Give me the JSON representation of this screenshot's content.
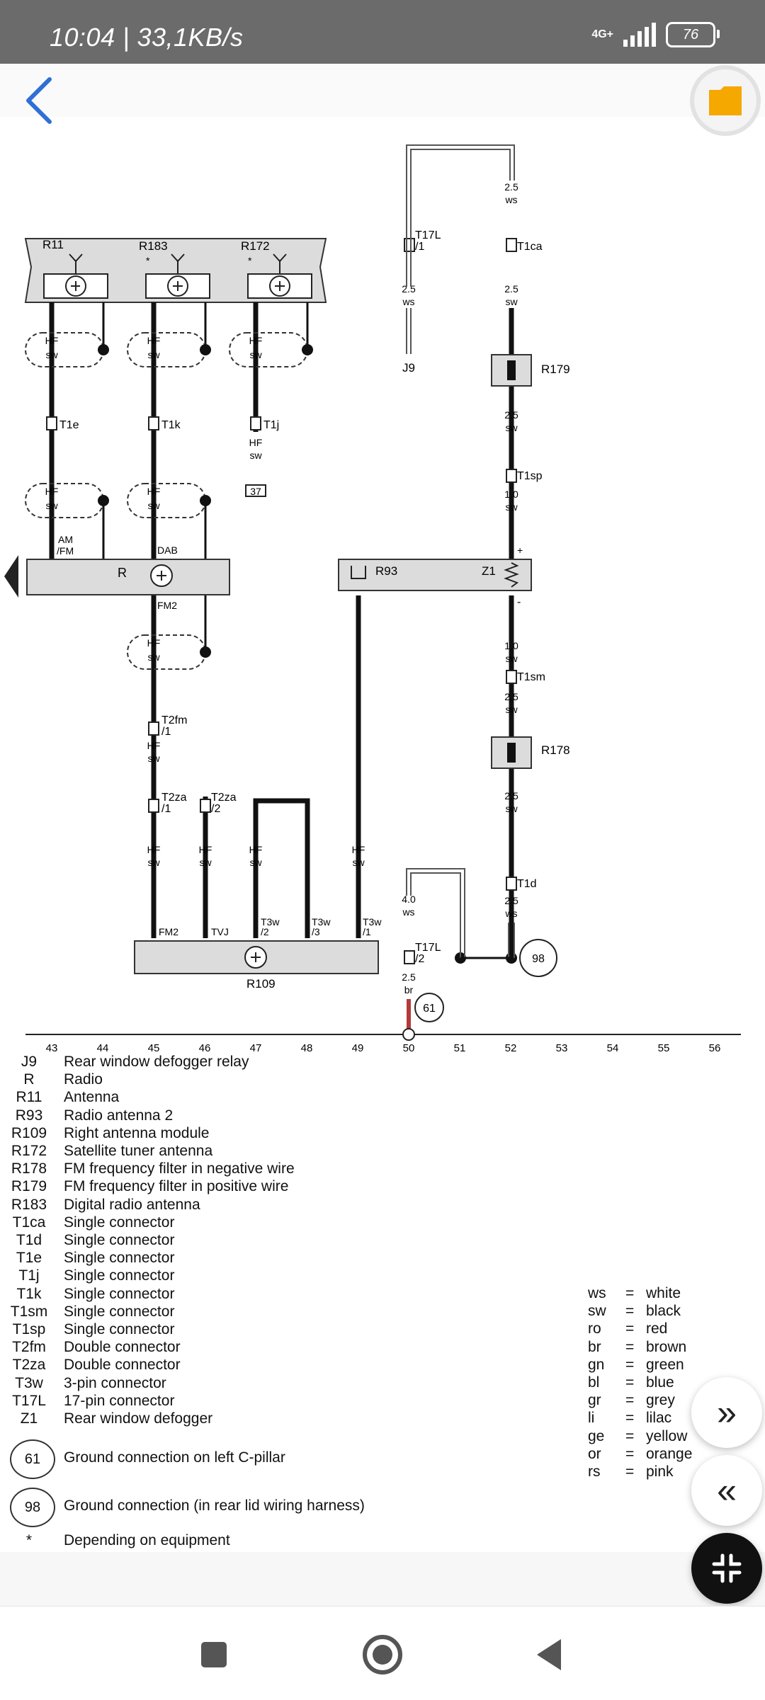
{
  "status_bar": {
    "time_speed": "10:04 | 33,1KB/s",
    "network_type": "4G+",
    "battery_level": "76"
  },
  "diagram": {
    "components": {
      "R11": "R11",
      "R183": "R183",
      "R172": "R172",
      "R": "R",
      "R93": "R93",
      "Z1": "Z1",
      "R179": "R179",
      "R178": "R178",
      "R109": "R109",
      "J9": "J9"
    },
    "connectors": {
      "T1e": "T1e",
      "T1k": "T1k",
      "T1j": "T1j",
      "T2fm": "T2fm",
      "T2fm_pin": "/1",
      "T2za_a": "T2za",
      "T2za_a_pin": "/1",
      "T2za_b": "T2za",
      "T2za_b_pin": "/2",
      "T17L_top": "T17L",
      "T17L_top_pin": "/1",
      "T17L_bottom": "T17L",
      "T17L_bottom_pin": "/2",
      "T1ca": "T1ca",
      "T1sp": "T1sp",
      "T1sm": "T1sm",
      "T1d": "T1d",
      "T3w_2": "T3w",
      "T3w_2_pin": "/2",
      "T3w_3": "T3w",
      "T3w_3_pin": "/3",
      "T3w_1": "T3w",
      "T3w_1_pin": "/1"
    },
    "wire_labels": {
      "hf": "HF",
      "sw": "sw",
      "ws": "ws",
      "br": "br",
      "size_25": "2.5",
      "size_10": "1.0",
      "size_40": "4.0"
    },
    "pin_labels": {
      "am_fm_1": "AM",
      "am_fm_2": "/FM",
      "dab": "DAB",
      "fm2": "FM2",
      "fm2_module": "FM2",
      "tvj": "TVJ",
      "plus": "+",
      "minus": "-",
      "star": "*"
    },
    "ref_37": "37",
    "ground_61": "61",
    "ground_98": "98",
    "grid_numbers": [
      "43",
      "44",
      "45",
      "46",
      "47",
      "48",
      "49",
      "50",
      "51",
      "52",
      "53",
      "54",
      "55",
      "56"
    ]
  },
  "legend": {
    "items": [
      {
        "code": "J9",
        "desc": "Rear window defogger relay"
      },
      {
        "code": "R",
        "desc": "Radio"
      },
      {
        "code": "R11",
        "desc": "Antenna"
      },
      {
        "code": "R93",
        "desc": "Radio antenna 2"
      },
      {
        "code": "R109",
        "desc": "Right antenna module"
      },
      {
        "code": "R172",
        "desc": "Satellite tuner antenna"
      },
      {
        "code": "R178",
        "desc": "FM frequency filter in negative wire"
      },
      {
        "code": "R179",
        "desc": "FM frequency filter in positive wire"
      },
      {
        "code": "R183",
        "desc": "Digital radio antenna"
      },
      {
        "code": "T1ca",
        "desc": "Single connector"
      },
      {
        "code": "T1d",
        "desc": "Single connector"
      },
      {
        "code": "T1e",
        "desc": "Single connector"
      },
      {
        "code": "T1j",
        "desc": "Single connector"
      },
      {
        "code": "T1k",
        "desc": "Single connector"
      },
      {
        "code": "T1sm",
        "desc": "Single connector"
      },
      {
        "code": "T1sp",
        "desc": "Single connector"
      },
      {
        "code": "T2fm",
        "desc": "Double connector"
      },
      {
        "code": "T2za",
        "desc": "Double connector"
      },
      {
        "code": "T3w",
        "desc": "3-pin connector"
      },
      {
        "code": "T17L",
        "desc": "17-pin connector"
      },
      {
        "code": "Z1",
        "desc": "Rear window defogger"
      }
    ],
    "grounds": [
      {
        "num": "61",
        "desc": "Ground connection on left C-pillar"
      },
      {
        "num": "98",
        "desc": "Ground connection (in rear lid wiring harness)"
      }
    ],
    "footnote": {
      "symbol": "*",
      "desc": "Depending on equipment"
    },
    "colors": [
      {
        "abbr": "ws",
        "eq": "=",
        "name": "white"
      },
      {
        "abbr": "sw",
        "eq": "=",
        "name": "black"
      },
      {
        "abbr": "ro",
        "eq": "=",
        "name": "red"
      },
      {
        "abbr": "br",
        "eq": "=",
        "name": "brown"
      },
      {
        "abbr": "gn",
        "eq": "=",
        "name": "green"
      },
      {
        "abbr": "bl",
        "eq": "=",
        "name": "blue"
      },
      {
        "abbr": "gr",
        "eq": "=",
        "name": "grey"
      },
      {
        "abbr": "li",
        "eq": "=",
        "name": "lilac"
      },
      {
        "abbr": "ge",
        "eq": "=",
        "name": "yellow"
      },
      {
        "abbr": "or",
        "eq": "=",
        "name": "orange"
      },
      {
        "abbr": "rs",
        "eq": "=",
        "name": "pink"
      }
    ]
  },
  "controls": {
    "next_page": "»",
    "prev_page": "«"
  },
  "icons": {
    "back": "chevron-left-icon",
    "folder": "folder-icon",
    "collapse": "collapse-icon",
    "recent": "square-icon",
    "home": "circle-icon",
    "nav_back": "triangle-back-icon"
  },
  "theme": {
    "accent": "#2f6fd6",
    "folder": "#f5a800",
    "status_bar": "#6b6b6b",
    "ground_wire": "#b43a3a"
  }
}
